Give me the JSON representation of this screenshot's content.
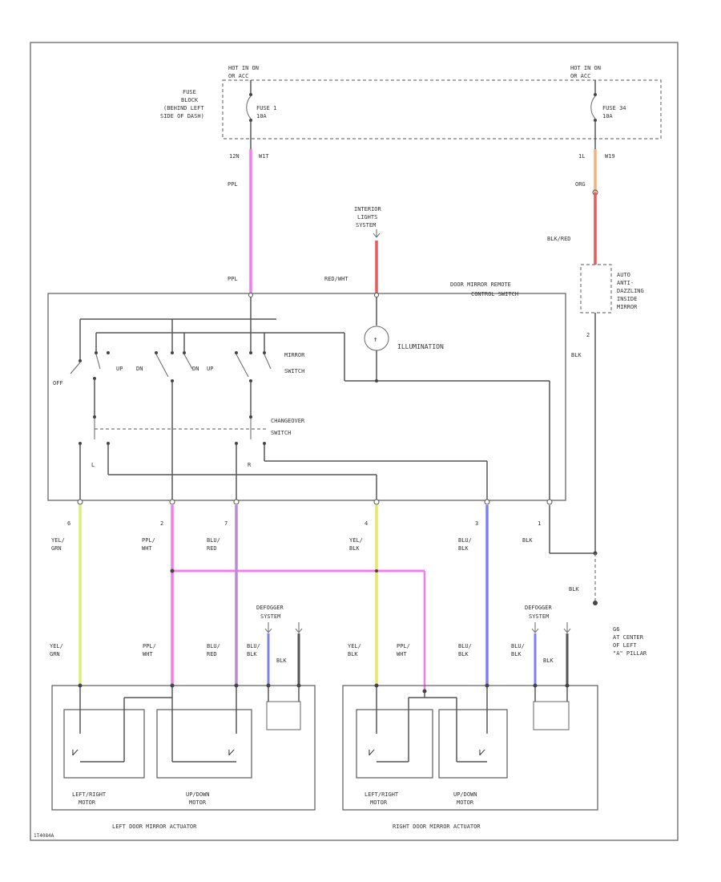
{
  "colors": {
    "pink": "#f37cf0",
    "red": "#e95a5a",
    "orange": "#f5b07a",
    "yellow_green": "#d6f07a",
    "yellow": "#e6e66a",
    "purple": "#b88ad8",
    "blue": "#7f7ff0",
    "black": "#555555"
  },
  "labels": {
    "hot_l": "HOT IN ON",
    "hot_l2": "OR ACC",
    "hot_r": "HOT IN ON",
    "hot_r2": "OR ACC",
    "fuse_block_1": "FUSE",
    "fuse_block_2": "BLOCK",
    "fuse_block_3": "(BEHIND LEFT",
    "fuse_block_4": "SIDE OF DASH)",
    "fuse1": "FUSE 1",
    "fuse1_amp": "10A",
    "fuse34": "FUSE 34",
    "fuse34_amp": "10A",
    "pin_12n": "12N",
    "pin_w1t": "W1T",
    "pin_1l": "1L",
    "pin_w19": "W19",
    "ppl_top": "PPL",
    "ppl_mid": "PPL",
    "org": "ORG",
    "blk_red": "BLK/RED",
    "interior_1": "INTERIOR",
    "interior_2": "LIGHTS",
    "interior_3": "SYSTEM",
    "red_wht": "RED/WHT",
    "auto_1": "AUTO",
    "auto_2": "ANTI-",
    "auto_3": "DAZZLING",
    "auto_4": "INSIDE",
    "auto_5": "MIRROR",
    "blk_auto": "BLK",
    "ctrl_1": "DOOR MIRROR REMOTE",
    "ctrl_2": "CONTROL SWITCH",
    "illumination": "ILLUMINATION",
    "mirror_sw_1": "MIRROR",
    "mirror_sw_2": "SWITCH",
    "off": "OFF",
    "up": "UP",
    "dn": "DN",
    "changeover_1": "CHANGEOVER",
    "changeover_2": "SWITCH",
    "l_mark": "L",
    "r_mark": "R",
    "p6": "6",
    "p2": "2",
    "p7": "7",
    "p4": "4",
    "p3": "3",
    "p1": "1",
    "p2b": "2",
    "yel_grn_1": "YEL/",
    "yel_grn_2": "GRN",
    "ppl_wht_1": "PPL/",
    "ppl_wht_2": "WHT",
    "blu_red_1": "BLU/",
    "blu_red_2": "RED",
    "yel_blk_1": "YEL/",
    "yel_blk_2": "BLK",
    "blu_blk_1": "BLU/",
    "blu_blk_2": "BLK",
    "blk": "BLK",
    "blk2": "BLK",
    "defogger_1": "DEFOGGER",
    "defogger_2": "SYSTEM",
    "ground_1": "G6",
    "ground_2": "AT CENTER",
    "ground_3": "OF LEFT",
    "ground_4": "\"A\" PILLAR",
    "lr_motor_1": "LEFT/RIGHT",
    "lr_motor_2": "MOTOR",
    "ud_motor_1": "UP/DOWN",
    "ud_motor_2": "MOTOR",
    "left_actuator": "LEFT DOOR MIRROR ACTUATOR",
    "right_actuator": "RIGHT DOOR MIRROR ACTUATOR",
    "corner_code": "1T4084A"
  }
}
